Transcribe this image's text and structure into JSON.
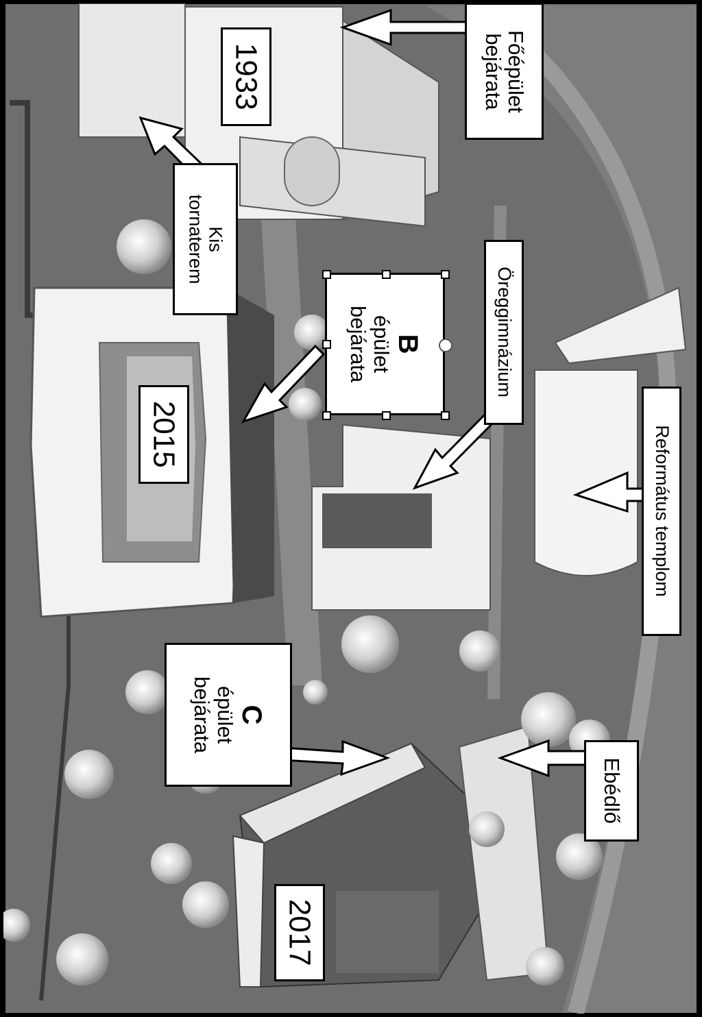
{
  "labels": {
    "main_entrance": [
      "Főépület",
      "bejárata"
    ],
    "year_1933": "1933",
    "small_gym": [
      "Kis",
      "tornaterem"
    ],
    "b_entrance": {
      "letter": "B",
      "line1": "épület",
      "line2": "bejárata"
    },
    "old_gymnasium": "Öreggimnázium",
    "year_2015": "2015",
    "reformed_church": "Református templom",
    "c_entrance": {
      "letter": "C",
      "line1": "épület",
      "line2": "bejárata"
    },
    "canteen": "Ebédlő",
    "year_2017": "2017"
  },
  "colors": {
    "ground": "#6e6e6e",
    "road": "#909090",
    "roof": "#ececec",
    "roof_shade": "#c8c8c8",
    "roof_dark": "#4a4a4a",
    "tree": "#d8d8d8"
  }
}
